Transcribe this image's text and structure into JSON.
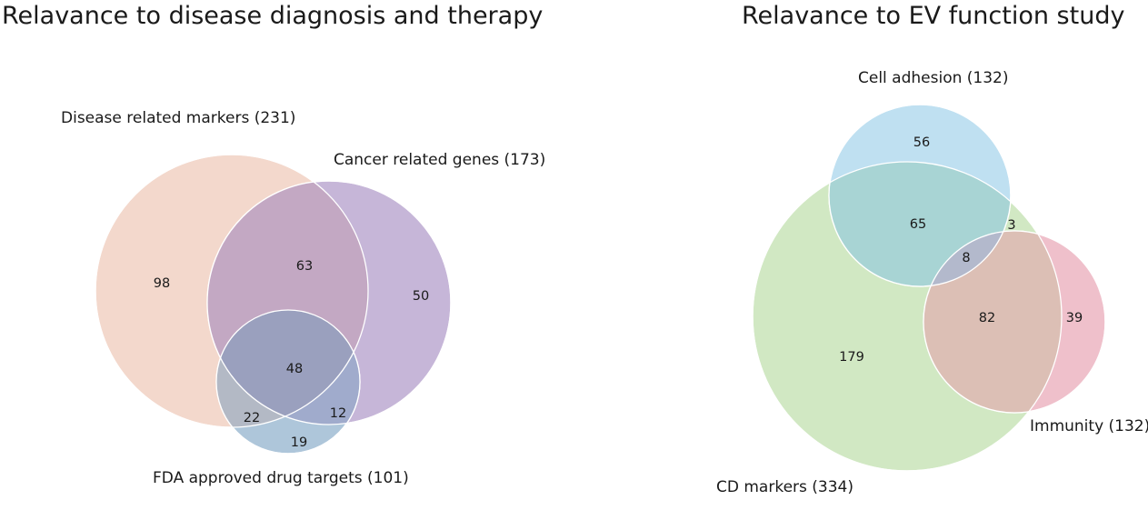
{
  "left_panel": {
    "title": "Relavance to disease diagnosis and therapy",
    "sets": [
      {
        "label": "Disease related markers (231)",
        "color": "#f3d8cc"
      },
      {
        "label": "Cancer related genes (173)",
        "color": "#c6b6d8"
      },
      {
        "label": "FDA approved drug targets (101)",
        "color": "#aec6da"
      }
    ],
    "regions": {
      "disease_only": "98",
      "disease_cancer": "63",
      "cancer_only": "50",
      "all_three": "48",
      "disease_fda": "22",
      "cancer_fda": "12",
      "fda_only": "19"
    },
    "overlap_colors": {
      "disease_cancer": "#c3a8c3",
      "all_three": "#9aa0be",
      "disease_fda": "#b3b9c5",
      "cancer_fda": "#a0abcc"
    }
  },
  "right_panel": {
    "title": "Relavance to EV function study",
    "sets": [
      {
        "label": "Cell adhesion (132)",
        "color": "#bfe0f1"
      },
      {
        "label": "CD markers (334)",
        "color": "#d1e8c3"
      },
      {
        "label": "Immunity (132)",
        "color": "#efc0cb"
      }
    ],
    "regions": {
      "adhesion_only": "56",
      "adhesion_cd": "65",
      "adhesion_immunity": "3",
      "all_three": "8",
      "cd_immunity": "82",
      "immunity_only": "39",
      "cd_only": "179"
    },
    "overlap_colors": {
      "adhesion_cd": "#a8d4d4",
      "all_three": "#b3b9cc",
      "cd_immunity": "#dcbfb5"
    }
  }
}
